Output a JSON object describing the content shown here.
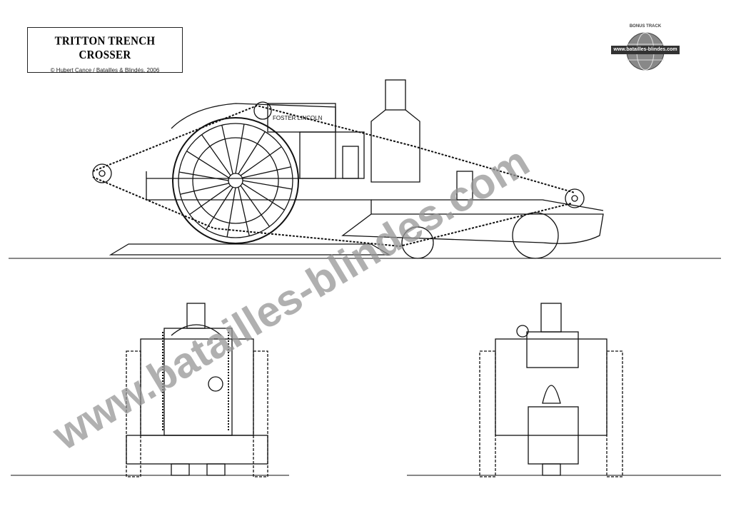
{
  "title": "TRITTON TRENCH CROSSER",
  "copyright": "© Hubert Cance / Batailles & Blindés, 2006",
  "engine_plate": "FOSTER LINCOLN",
  "logo": {
    "arc_text": "BONUS TRACK",
    "band_text": "www.batailles-blindes.com"
  },
  "watermark": "www.batailles-blindes.com"
}
